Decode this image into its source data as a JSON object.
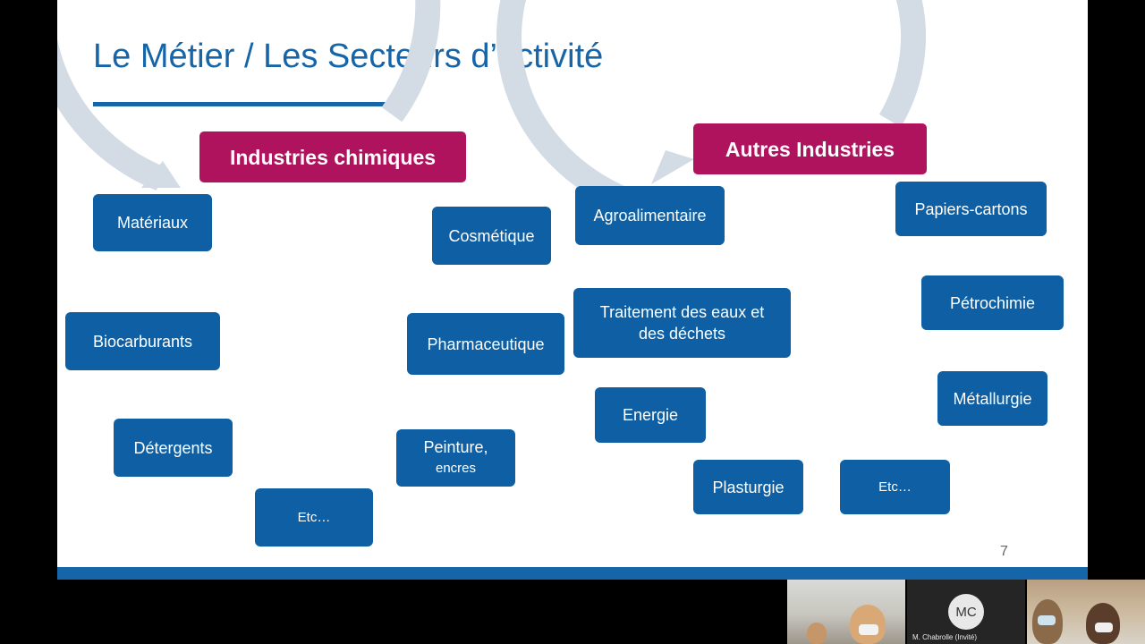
{
  "slide": {
    "title": "Le Métier / Les Secteurs d’activité",
    "page_number": "7",
    "colors": {
      "primary_blue": "#0e5fa3",
      "accent_magenta": "#b0135e",
      "cycle_arrow": "#d3dbe5"
    }
  },
  "left_group": {
    "heading": "Industries chimiques",
    "items": {
      "materiaux": "Matériaux",
      "biocarburants": "Biocarburants",
      "detergents": "Détergents",
      "etc": "Etc…",
      "peinture_line1": "Peinture,",
      "peinture_line2": "encres",
      "pharmaceutique": "Pharmaceutique",
      "cosmetique": "Cosmétique"
    }
  },
  "right_group": {
    "heading": "Autres Industries",
    "items": {
      "agroalimentaire": "Agroalimentaire",
      "traitement": "Traitement des eaux et des déchets",
      "energie": "Energie",
      "plasturgie": "Plasturgie",
      "etc": "Etc…",
      "metallurgie": "Métallurgie",
      "petrochimie": "Pétrochimie",
      "papiers": "Papiers-cartons"
    }
  },
  "participants": {
    "guest_initials": "MC",
    "guest_name": "M. Chabrolle (Invité)"
  }
}
